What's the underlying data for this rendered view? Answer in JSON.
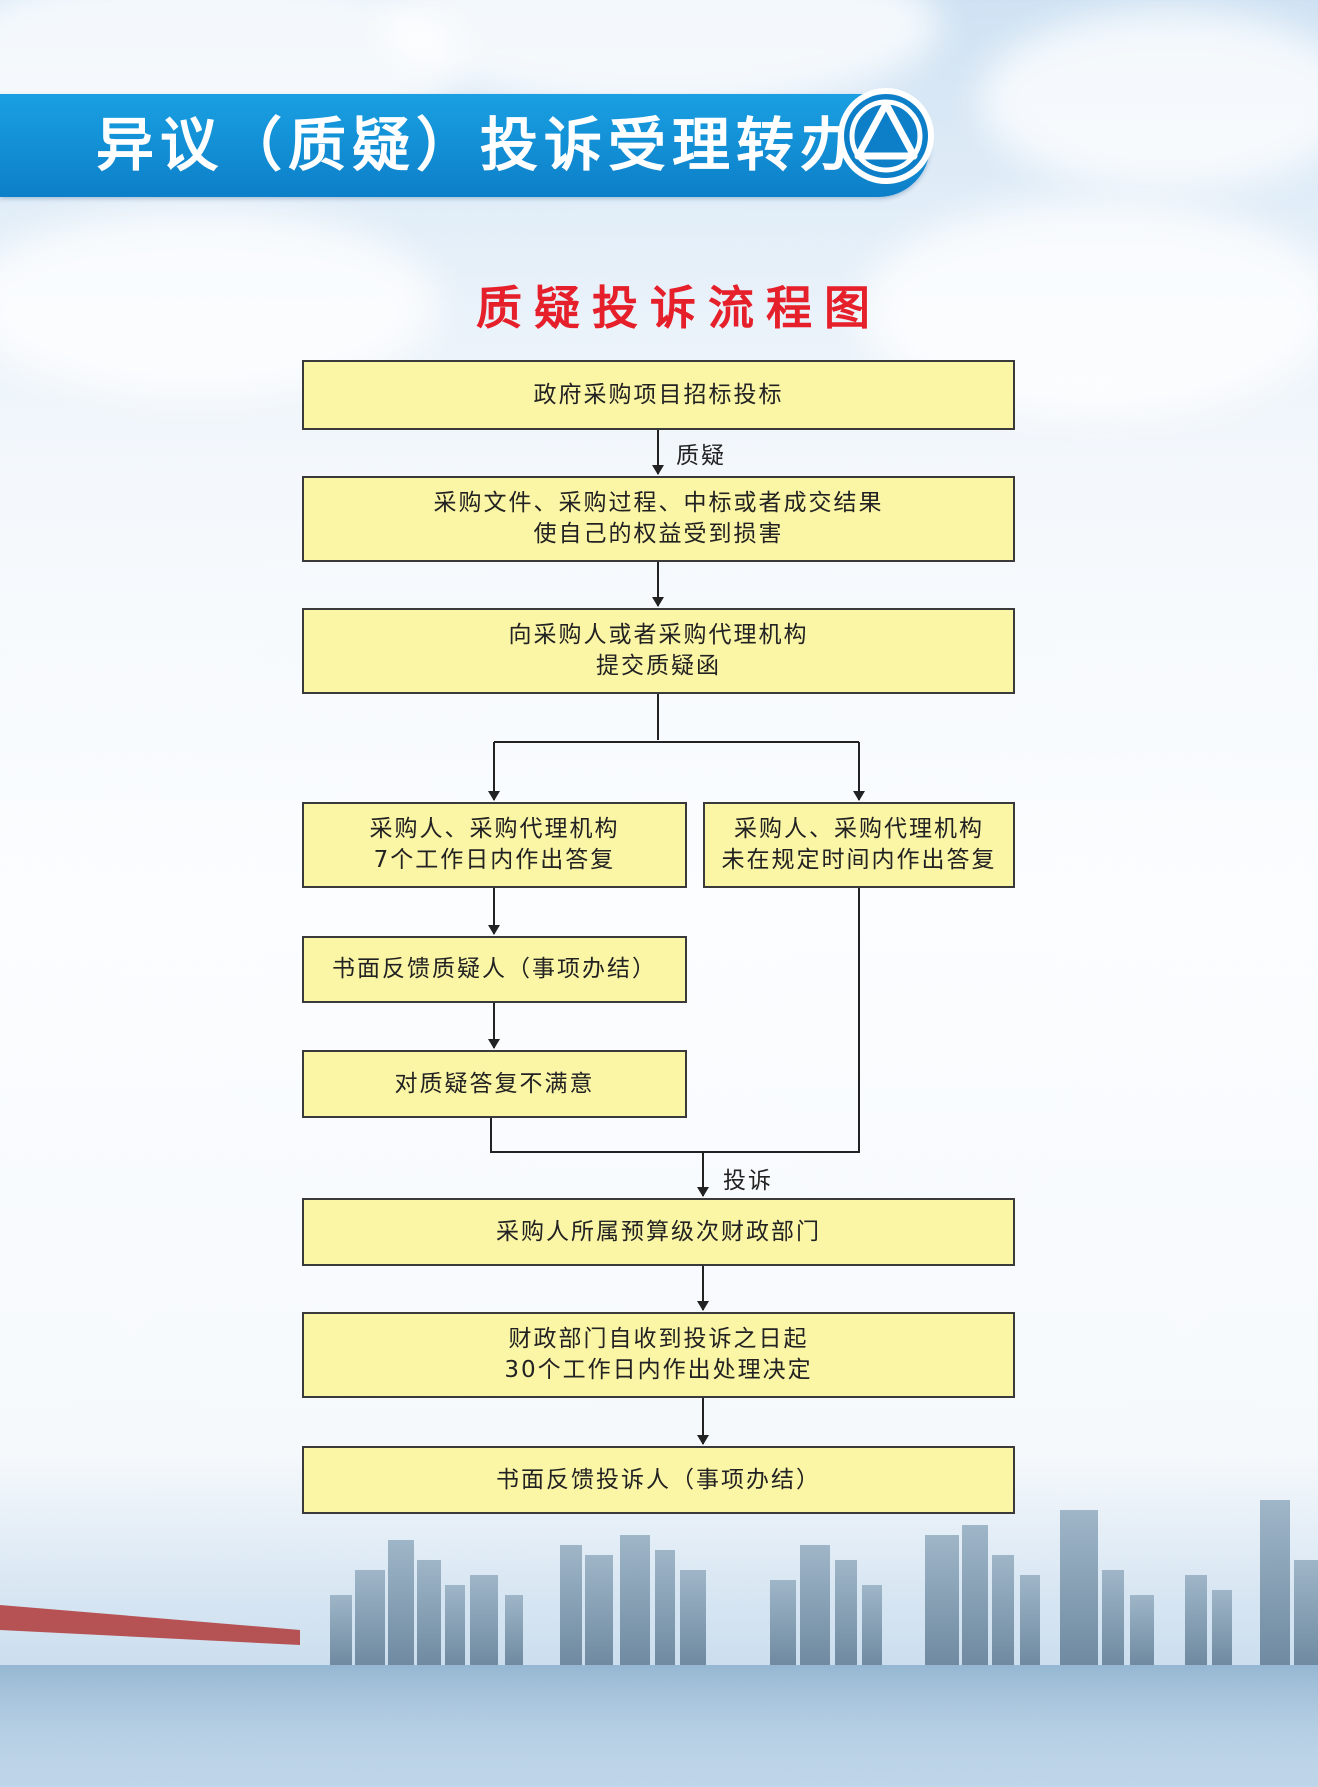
{
  "banner": {
    "title": "异议（质疑）投诉受理转办"
  },
  "chart": {
    "title": "质疑投诉流程图"
  },
  "nodes": {
    "start": {
      "lines": [
        "政府采购项目招标投标"
      ]
    },
    "harm": {
      "lines": [
        "采购文件、采购过程、中标或者成交结果",
        "使自己的权益受到损害"
      ]
    },
    "submit": {
      "lines": [
        "向采购人或者采购代理机构",
        "提交质疑函"
      ]
    },
    "reply_ok": {
      "lines": [
        "采购人、采购代理机构",
        "7个工作日内作出答复"
      ]
    },
    "reply_late": {
      "lines": [
        "采购人、采购代理机构",
        "未在规定时间内作出答复"
      ]
    },
    "feedback_q": {
      "lines": [
        "书面反馈质疑人（事项办结）"
      ]
    },
    "unsatisfied": {
      "lines": [
        "对质疑答复不满意"
      ]
    },
    "finance": {
      "lines": [
        "采购人所属预算级次财政部门"
      ]
    },
    "decision": {
      "lines": [
        "财政部门自收到投诉之日起",
        "30个工作日内作出处理决定"
      ]
    },
    "feedback_c": {
      "lines": [
        "书面反馈投诉人（事项办结）"
      ]
    }
  },
  "edge_labels": {
    "question": "质疑",
    "complaint": "投诉"
  },
  "colors": {
    "box_fill": "#fbf5a6",
    "box_border": "#3a3a3a",
    "banner": "#0c7fc8",
    "title_red": "#e5202a"
  }
}
